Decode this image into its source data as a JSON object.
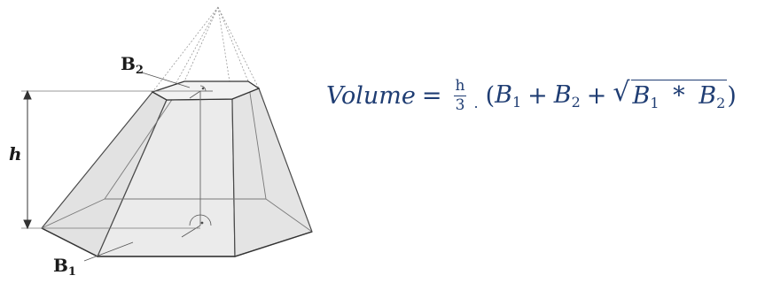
{
  "diagram": {
    "label_h": "h",
    "label_B2_main": "B",
    "label_B2_sub": "2",
    "label_B1_main": "B",
    "label_B1_sub": "1"
  },
  "formula": {
    "lhs": "Volume",
    "equals": "=",
    "frac_num": "h",
    "frac_den": "3",
    "dot": ".",
    "open_paren": "(",
    "b1_main": "B",
    "b1_sub": "1",
    "plus1": "+",
    "b2_main": "B",
    "b2_sub": "2",
    "plus2": "+",
    "sqrt_sign": "√",
    "rb1_main": "B",
    "rb1_sub": "1",
    "times": "*",
    "rb2_main": "B",
    "rb2_sub": "2",
    "close_paren": ")"
  }
}
